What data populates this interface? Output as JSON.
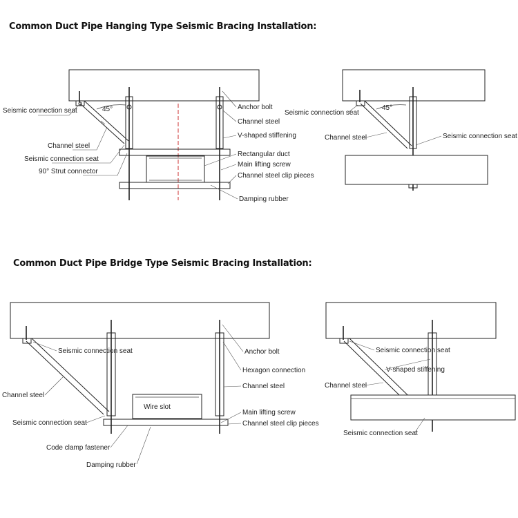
{
  "sections": [
    {
      "title": "Common Duct Pipe Hanging Type Seismic Bracing Installation:"
    },
    {
      "title": "Common Duct Pipe Bridge Type Seismic Bracing Installation:"
    }
  ],
  "hanging_front": {
    "angle": "45°",
    "labels": {
      "seismic_seat_top": "Seismic connection seat",
      "channel_steel_left": "Channel steel",
      "seismic_seat_bottom": "Seismic connection seat",
      "strut_connector": "90° Strut connector",
      "anchor_bolt": "Anchor bolt",
      "channel_steel_right": "Channel steel",
      "v_shaped": "V-shaped stiffening",
      "rect_duct": "Rectangular duct",
      "main_screw": "Main lifting screw",
      "clip_pieces": "Channel steel clip pieces",
      "damping": "Damping rubber"
    }
  },
  "hanging_side": {
    "angle": "45°",
    "labels": {
      "seismic_seat_top": "Seismic connection seat",
      "channel_steel": "Channel steel",
      "seismic_seat_right": "Seismic connection seat"
    }
  },
  "bridge_front": {
    "labels": {
      "seismic_seat_top": "Seismic connection seat",
      "channel_steel_left": "Channel steel",
      "seismic_seat_bottom": "Seismic connection seat",
      "code_clamp": "Code clamp fastener",
      "damping": "Damping rubber",
      "anchor_bolt": "Anchor bolt",
      "hexagon": "Hexagon connection",
      "channel_steel_right": "Channel steel",
      "main_screw": "Main lifting screw",
      "clip_pieces": "Channel steel clip pieces",
      "wire_slot": "Wire slot"
    }
  },
  "bridge_side": {
    "labels": {
      "seismic_seat_top": "Seismic connection seat",
      "v_shaped": "V-shaped stiffening",
      "channel_steel": "Channel steel",
      "seismic_seat_bottom": "Seismic connection seat"
    }
  }
}
